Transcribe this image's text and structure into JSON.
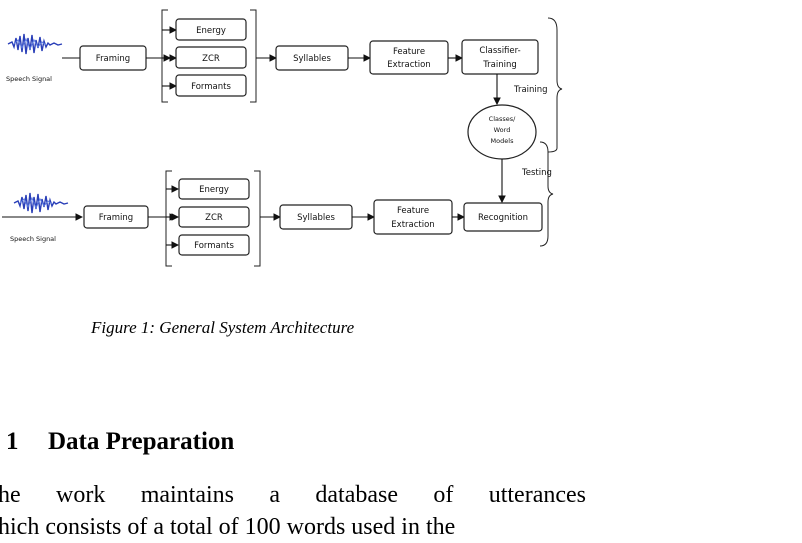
{
  "figure": {
    "speech_signal_label": "Speech Signal",
    "training": {
      "framing": "Framing",
      "energy": "Energy",
      "zcr": "ZCR",
      "formants": "Formants",
      "syllables": "Syllables",
      "feature_line1": "Feature",
      "feature_line2": "Extraction",
      "classifier_line1": "Classifier-",
      "classifier_line2": "Training",
      "brace_label": "Training"
    },
    "models": {
      "line1": "Classes/",
      "line2": "Word",
      "line3": "Models"
    },
    "testing": {
      "framing": "Framing",
      "energy": "Energy",
      "zcr": "ZCR",
      "formants": "Formants",
      "syllables": "Syllables",
      "feature_line1": "Feature",
      "feature_line2": "Extraction",
      "recognition": "Recognition",
      "brace_label": "Testing"
    }
  },
  "caption": "Figure 1: General System Architecture",
  "section": {
    "number": "1",
    "title": "Data Preparation"
  },
  "body": {
    "line1": "he  work  maintains  a  database  of  utterances",
    "line2": "hich consists of a total of 100 words used in the"
  }
}
